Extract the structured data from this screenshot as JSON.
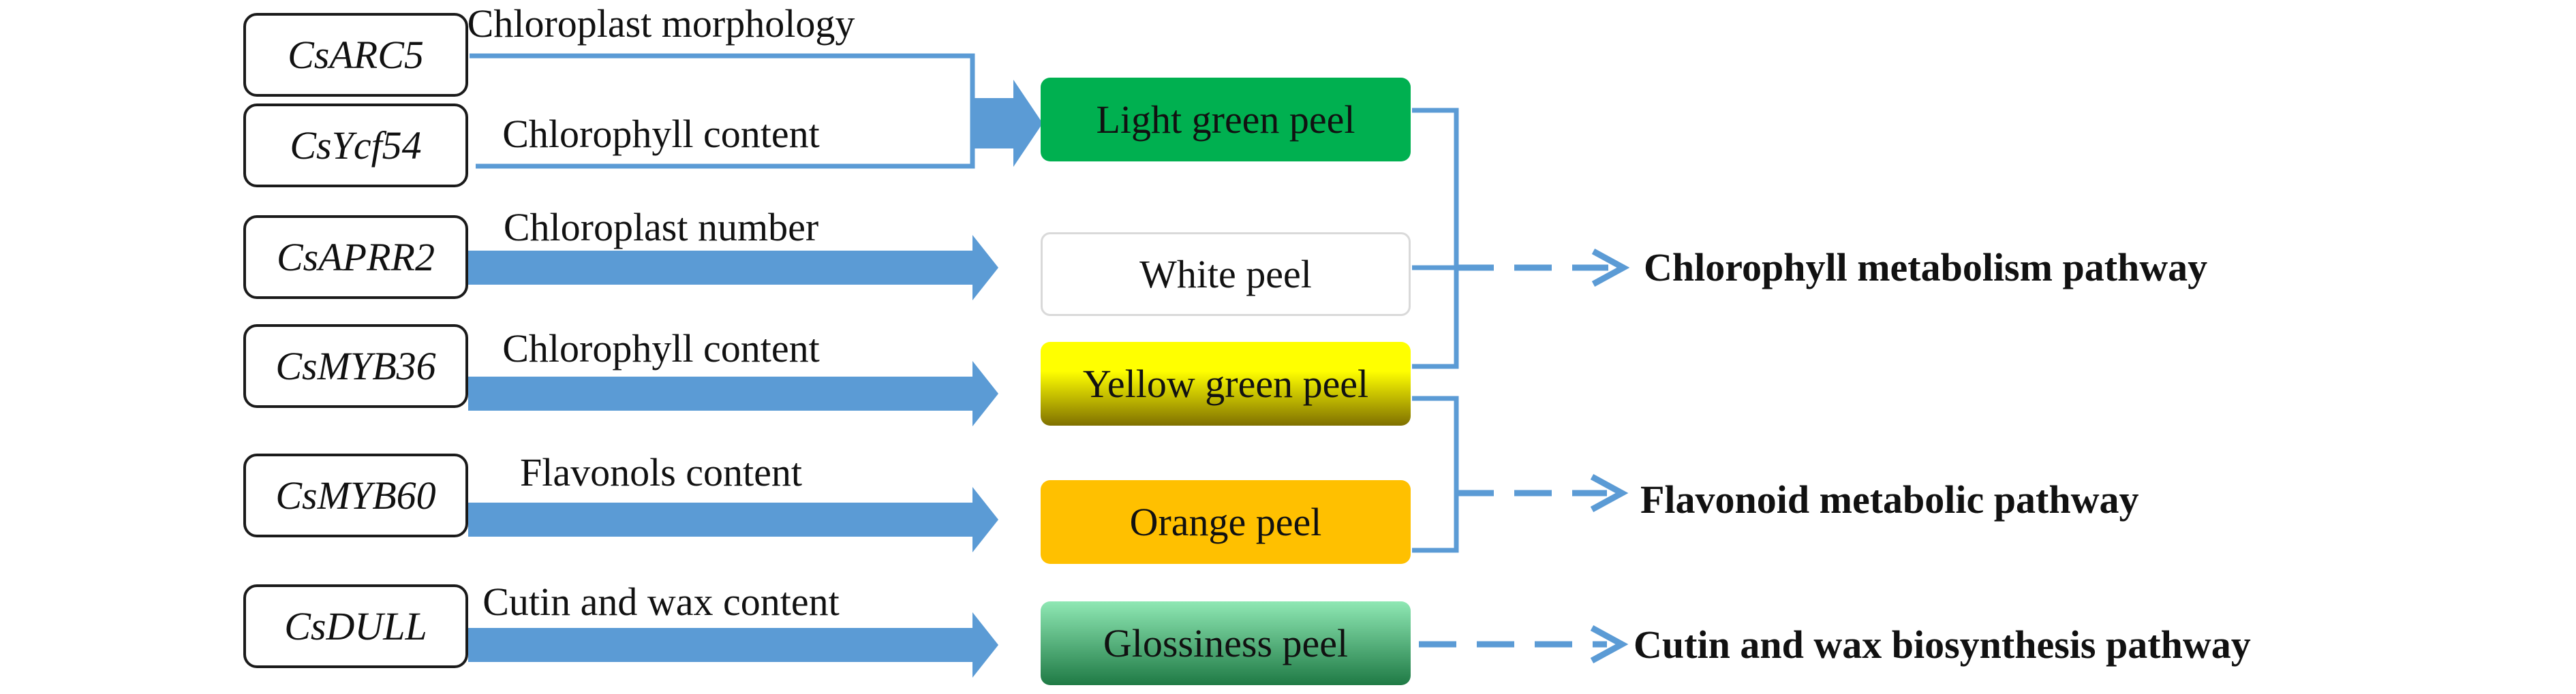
{
  "colors": {
    "connector": "#5b9bd5",
    "light_green_peel": "#00b050",
    "white_peel": "#ffffff",
    "yellow_green_peel_top": "#ffff00",
    "yellow_green_peel_bottom": "#7f7000",
    "orange_peel": "#ffc000",
    "glossiness_peel_top": "#8fe8b4",
    "glossiness_peel_bottom": "#1f7a45"
  },
  "genes": [
    {
      "id": "csarc5",
      "label": "CsARC5",
      "trait": "Chloroplast morphology"
    },
    {
      "id": "csycf54",
      "label": "CsYcf54",
      "trait": "Chlorophyll content"
    },
    {
      "id": "csaprr2",
      "label": "CsAPRR2",
      "trait": "Chloroplast number"
    },
    {
      "id": "csmyb36",
      "label": "CsMYB36",
      "trait": "Chlorophyll content"
    },
    {
      "id": "csmyb60",
      "label": "CsMYB60",
      "trait": "Flavonols content"
    },
    {
      "id": "csdull",
      "label": "CsDULL",
      "trait": "Cutin and wax content"
    }
  ],
  "peels": [
    {
      "id": "light-green",
      "label": "Light green peel"
    },
    {
      "id": "white",
      "label": "White  peel"
    },
    {
      "id": "yellow-green",
      "label": "Yellow green peel"
    },
    {
      "id": "orange",
      "label": "Orange peel"
    },
    {
      "id": "glossiness",
      "label": "Glossiness  peel"
    }
  ],
  "pathways": [
    {
      "id": "chlorophyll",
      "label": "Chlorophyll metabolism pathway"
    },
    {
      "id": "flavonoid",
      "label": "Flavonoid metabolic pathway"
    },
    {
      "id": "cutin-wax",
      "label": "Cutin and wax biosynthesis pathway"
    }
  ]
}
